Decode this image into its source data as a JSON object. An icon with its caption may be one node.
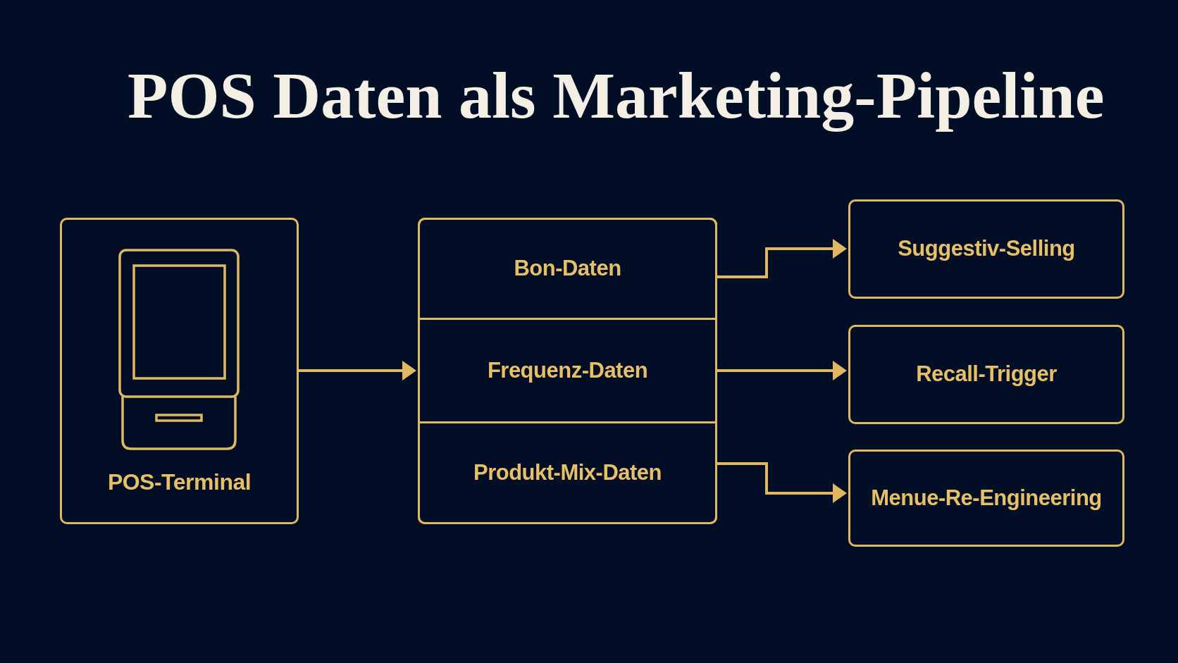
{
  "diagram": {
    "title": "POS Daten als Marketing-Pipeline",
    "nodes": [
      {
        "text": [
          "POS-Terminal"
        ]
      },
      {
        "text": [],
        "shape": "box"
      },
      {
        "text": [
          "Bon-Daten"
        ],
        "in": 1
      },
      {
        "text": [
          "Frequenz-Daten"
        ],
        "in": 1
      },
      {
        "text": [
          "Produkt-Mix-Daten"
        ],
        "in": 1
      },
      {
        "text": [
          "Suggestiv-Selling"
        ]
      },
      {
        "text": [
          "Recall-Trigger"
        ]
      },
      {
        "text": [
          "Menue-Re-Engineering"
        ]
      }
    ],
    "edges": [
      {
        "from": 0,
        "to": 1,
        "arrow": "to"
      },
      {
        "from": 2,
        "to": 5,
        "arrow": "to"
      },
      {
        "from": 3,
        "to": 6,
        "arrow": "to"
      },
      {
        "from": 4,
        "to": 7,
        "arrow": "to"
      }
    ]
  }
}
